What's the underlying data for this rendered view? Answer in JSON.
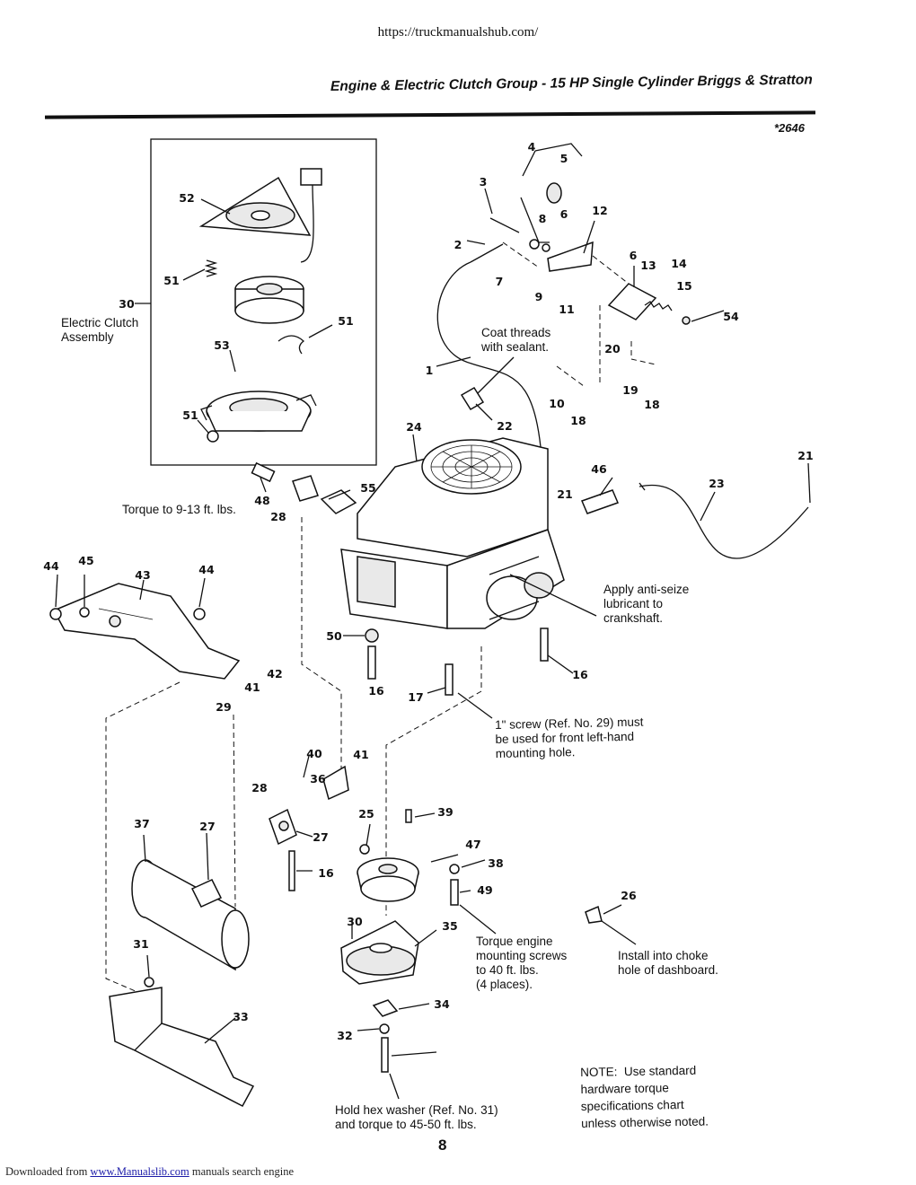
{
  "header": {
    "url": "https://truckmanualshub.com/",
    "title": "Engine & Electric Clutch Group - 15 HP Single Cylinder Briggs & Stratton",
    "ref_code": "*2646"
  },
  "notes": {
    "electric_clutch": "Electric Clutch\nAssembly",
    "torque_48": "Torque to 9-13 ft. lbs.",
    "coat_threads": "Coat threads\nwith sealant.",
    "anti_seize": "Apply anti-seize\nlubricant to\ncrankshaft.",
    "screw_29": "1\" screw (Ref. No. 29) must\nbe used for front left-hand\nmounting hole.",
    "torque_engine": "Torque engine\nmounting screws\nto 40 ft. lbs.\n(4 places).",
    "choke": "Install into choke\nhole of dashboard.",
    "hex_washer": "Hold hex washer (Ref. No. 31)\nand torque to 45-50 ft. lbs.",
    "standard": "NOTE:  Use standard\nhardware torque\nspecifications chart\nunless otherwise noted."
  },
  "callouts": [
    "52",
    "51",
    "30",
    "51",
    "53",
    "51",
    "4",
    "5",
    "3",
    "8",
    "6",
    "12",
    "2",
    "6",
    "13",
    "14",
    "7",
    "15",
    "9",
    "11",
    "54",
    "20",
    "1",
    "19",
    "18",
    "10",
    "18",
    "22",
    "24",
    "21",
    "46",
    "21",
    "23",
    "48",
    "28",
    "55",
    "44",
    "45",
    "43",
    "44",
    "50",
    "16",
    "16",
    "42",
    "41",
    "29",
    "17",
    "40",
    "41",
    "28",
    "36",
    "37",
    "27",
    "25",
    "39",
    "27",
    "47",
    "38",
    "16",
    "49",
    "26",
    "30",
    "35",
    "31",
    "34",
    "33",
    "32"
  ],
  "page_number": "8",
  "footer": {
    "prefix": "Downloaded from ",
    "link": "www.Manualslib.com",
    "suffix": " manuals search engine"
  }
}
